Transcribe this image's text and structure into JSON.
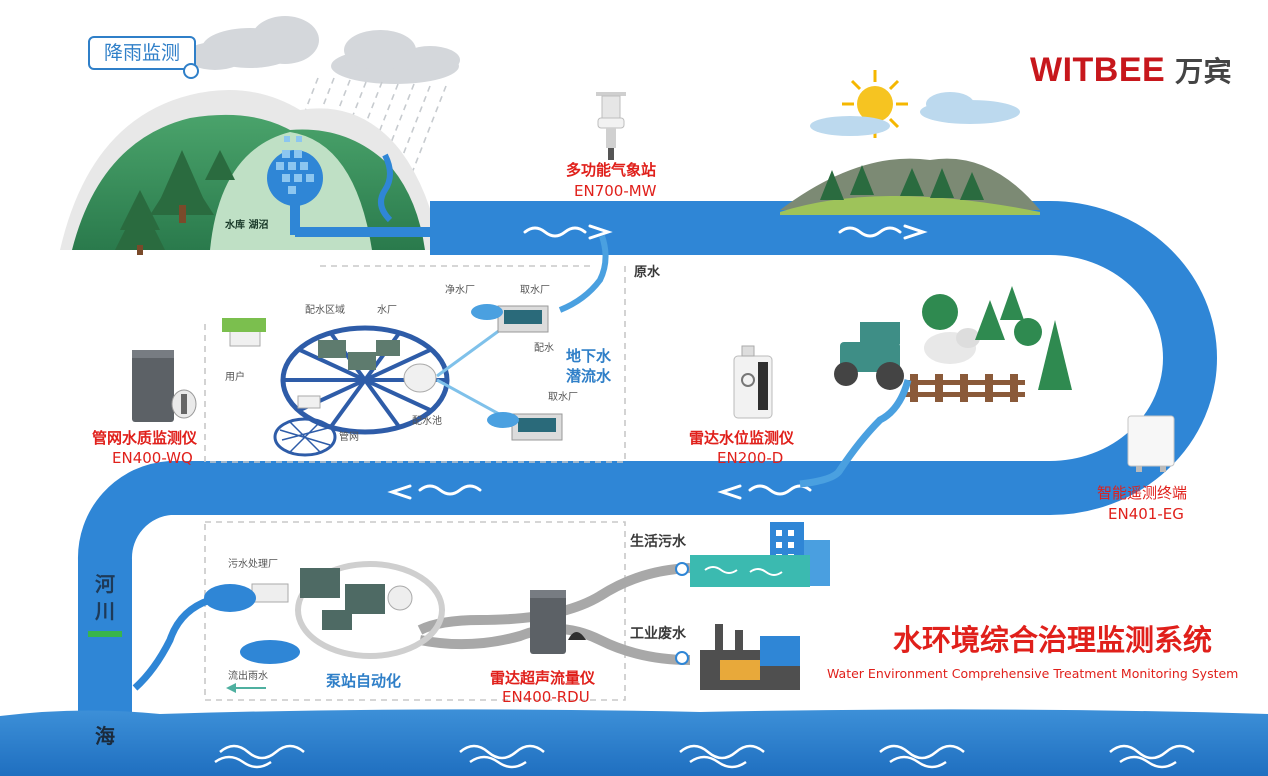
{
  "brand": {
    "latin": "WITBEE",
    "cn": "万宾"
  },
  "rain_monitoring": {
    "label": "降雨监测"
  },
  "reservoir": {
    "label": "水库 湖沼"
  },
  "weather_station": {
    "name": "多功能气象站",
    "model": "EN700-MW"
  },
  "raw_water": {
    "label": "原水"
  },
  "groundwater": {
    "line1": "地下水",
    "line2": "潜流水"
  },
  "water_supply": {
    "clean_plant": "净水厂",
    "intake_1": "取水厂",
    "intake_2": "取水厂",
    "distribution_area": "配水区域",
    "water_plant": "水厂",
    "distribution": "配水",
    "user": "用户",
    "pipe_network": "管网",
    "reservoir_pool": "配水池"
  },
  "pipe_quality_monitor": {
    "name": "管网水质监测仪",
    "model": "EN400-WQ"
  },
  "radar_level_meter": {
    "name": "雷达水位监测仪",
    "model": "EN200-D"
  },
  "telemetry_terminal": {
    "name": "智能遥测终端",
    "model": "EN401-EG"
  },
  "river_label": {
    "char1": "河",
    "char2": "川"
  },
  "sea_label": "海",
  "sewage": {
    "plant": "污水处理厂",
    "domestic": "生活污水",
    "industrial": "工业废水",
    "stormwater": "流出雨水",
    "pump_station": "泵站自动化"
  },
  "radar_flow_meter": {
    "name": "雷达超声流量仪",
    "model": "EN400-RDU"
  },
  "system_title": {
    "cn": "水环境综合治理监测系统",
    "en": "Water Environment Comprehensive Treatment Monitoring System"
  },
  "colors": {
    "river": "#2f86d6",
    "brand_red": "#c7171c",
    "label_red": "#e0201b",
    "mountain_green": "#2e8a55",
    "sea": "#2f7fcf"
  }
}
